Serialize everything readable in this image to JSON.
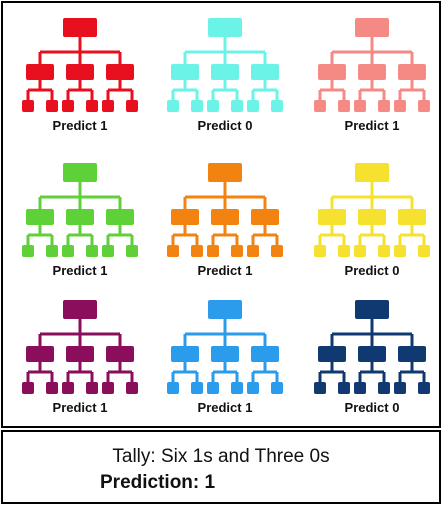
{
  "trees": [
    {
      "label": "Predict 1",
      "color": "#E8101E"
    },
    {
      "label": "Predict 0",
      "color": "#6BF3E8"
    },
    {
      "label": "Predict 1",
      "color": "#F58A84"
    },
    {
      "label": "Predict 1",
      "color": "#5FD138"
    },
    {
      "label": "Predict 1",
      "color": "#F38311"
    },
    {
      "label": "Predict 0",
      "color": "#F6E12E"
    },
    {
      "label": "Predict 1",
      "color": "#8A0E5C"
    },
    {
      "label": "Predict 1",
      "color": "#2B9BEB"
    },
    {
      "label": "Predict 0",
      "color": "#0F3970"
    }
  ],
  "summary": {
    "tally": "Tally: Six 1s and Three 0s",
    "prediction": "Prediction: 1"
  }
}
